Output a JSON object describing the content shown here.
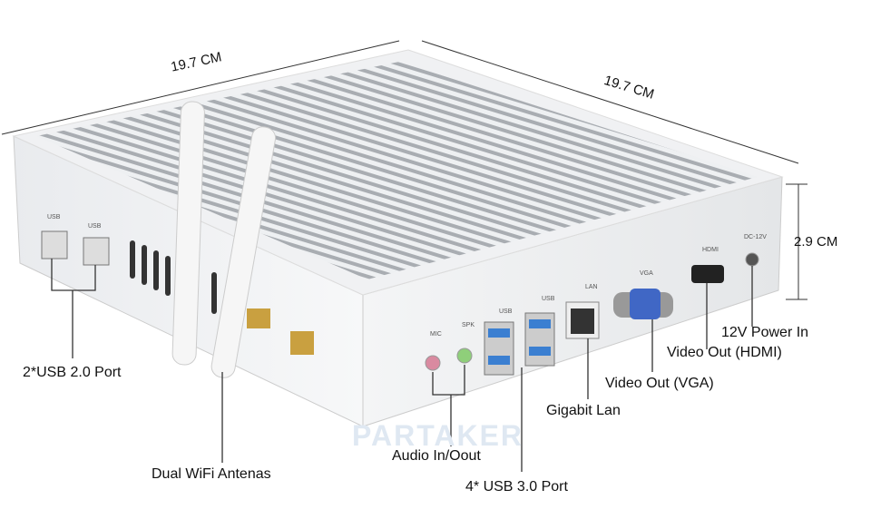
{
  "dimensions": {
    "length": "19.7 CM",
    "width": "19.7 CM",
    "height": "2.9 CM"
  },
  "port_labels": {
    "usb_left_1": "USB",
    "usb_left_2": "USB",
    "mic": "MIC",
    "spk": "SPK",
    "usb_1": "USB",
    "usb_2": "USB",
    "lan": "LAN",
    "vga": "VGA",
    "hdmi": "HDMI",
    "dc": "DC-12V"
  },
  "callouts": {
    "usb2": "2*USB 2.0 Port",
    "wifi": "Dual WiFi Antenas",
    "audio": "Audio In/Oout",
    "usb3": "4* USB 3.0 Port",
    "lan": "Gigabit Lan",
    "vga": "Video Out (VGA)",
    "hdmi": "Video Out (HDMI)",
    "power": "12V Power In"
  },
  "watermark": "PARTAKER"
}
